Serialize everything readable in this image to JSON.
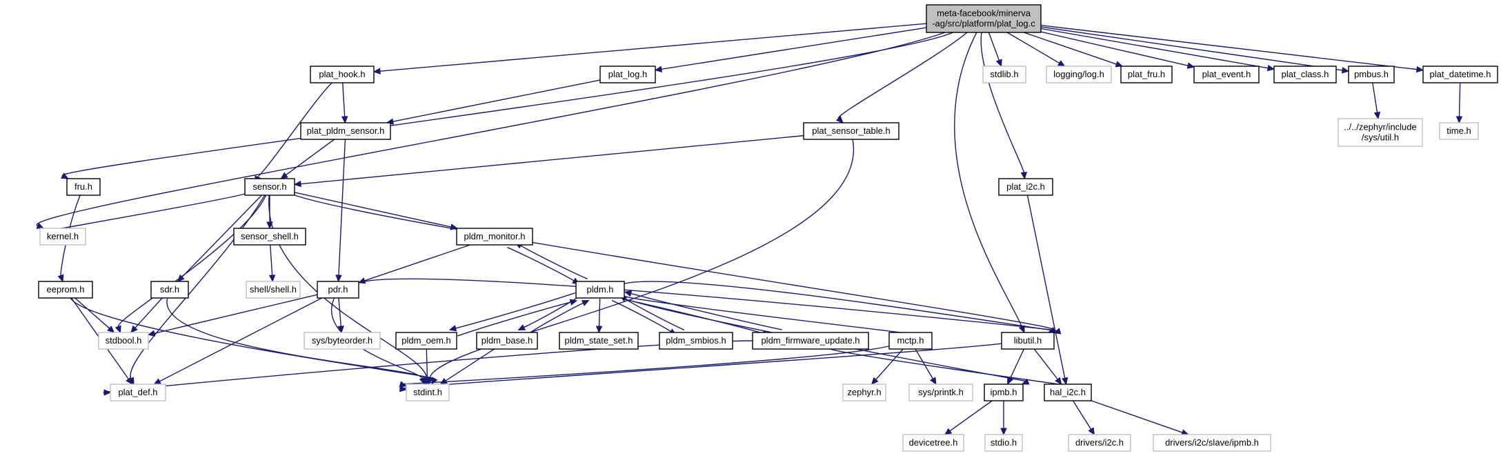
{
  "graph": {
    "edge_color": "#191970",
    "root_fill": "#bfbfbf",
    "external_border": "#bfbfbf",
    "nodes": [
      {
        "id": "root",
        "kind": "root",
        "lines": [
          "meta-facebook/minerva",
          "-ag/src/platform/plat_log.c"
        ]
      },
      {
        "id": "plat_hook",
        "kind": "local",
        "lines": [
          "plat_hook.h"
        ]
      },
      {
        "id": "plat_log_h",
        "kind": "local",
        "lines": [
          "plat_log.h"
        ]
      },
      {
        "id": "stdlib",
        "kind": "ext",
        "lines": [
          "stdlib.h"
        ]
      },
      {
        "id": "logging",
        "kind": "ext",
        "lines": [
          "logging/log.h"
        ]
      },
      {
        "id": "plat_fru",
        "kind": "local",
        "lines": [
          "plat_fru.h"
        ]
      },
      {
        "id": "plat_event",
        "kind": "local",
        "lines": [
          "plat_event.h"
        ]
      },
      {
        "id": "plat_class",
        "kind": "local",
        "lines": [
          "plat_class.h"
        ]
      },
      {
        "id": "pmbus",
        "kind": "local",
        "lines": [
          "pmbus.h"
        ]
      },
      {
        "id": "plat_datetime",
        "kind": "local",
        "lines": [
          "plat_datetime.h"
        ]
      },
      {
        "id": "sysutil",
        "kind": "ext",
        "lines": [
          "../../zephyr/include",
          "/sys/util.h"
        ]
      },
      {
        "id": "time",
        "kind": "ext",
        "lines": [
          "time.h"
        ]
      },
      {
        "id": "plat_pldm_sensor",
        "kind": "local",
        "lines": [
          "plat_pldm_sensor.h"
        ]
      },
      {
        "id": "plat_sensor_table",
        "kind": "local",
        "lines": [
          "plat_sensor_table.h"
        ]
      },
      {
        "id": "fru",
        "kind": "local",
        "lines": [
          "fru.h"
        ]
      },
      {
        "id": "sensor",
        "kind": "local",
        "lines": [
          "sensor.h"
        ]
      },
      {
        "id": "plat_i2c",
        "kind": "local",
        "lines": [
          "plat_i2c.h"
        ]
      },
      {
        "id": "kernel",
        "kind": "ext",
        "lines": [
          "kernel.h"
        ]
      },
      {
        "id": "sensor_shell",
        "kind": "local",
        "lines": [
          "sensor_shell.h"
        ]
      },
      {
        "id": "pldm_monitor",
        "kind": "local",
        "lines": [
          "pldm_monitor.h"
        ]
      },
      {
        "id": "shell",
        "kind": "ext",
        "lines": [
          "shell/shell.h"
        ]
      },
      {
        "id": "eeprom",
        "kind": "local",
        "lines": [
          "eeprom.h"
        ]
      },
      {
        "id": "sdr",
        "kind": "local",
        "lines": [
          "sdr.h"
        ]
      },
      {
        "id": "pdr",
        "kind": "local",
        "lines": [
          "pdr.h"
        ]
      },
      {
        "id": "pldm",
        "kind": "local",
        "lines": [
          "pldm.h"
        ]
      },
      {
        "id": "stdbool",
        "kind": "ext",
        "lines": [
          "stdbool.h"
        ]
      },
      {
        "id": "byteorder",
        "kind": "ext",
        "lines": [
          "sys/byteorder.h"
        ]
      },
      {
        "id": "pldm_oem",
        "kind": "local",
        "lines": [
          "pldm_oem.h"
        ]
      },
      {
        "id": "pldm_base",
        "kind": "local",
        "lines": [
          "pldm_base.h"
        ]
      },
      {
        "id": "pldm_state_set",
        "kind": "local",
        "lines": [
          "pldm_state_set.h"
        ]
      },
      {
        "id": "pldm_smbios",
        "kind": "local",
        "lines": [
          "pldm_smbios.h"
        ]
      },
      {
        "id": "pldm_fw_update",
        "kind": "local",
        "lines": [
          "pldm_firmware_update.h"
        ]
      },
      {
        "id": "mctp",
        "kind": "local",
        "lines": [
          "mctp.h"
        ]
      },
      {
        "id": "libutil",
        "kind": "local",
        "lines": [
          "libutil.h"
        ]
      },
      {
        "id": "plat_def",
        "kind": "ext",
        "lines": [
          "plat_def.h"
        ]
      },
      {
        "id": "stdint",
        "kind": "ext",
        "lines": [
          "stdint.h"
        ]
      },
      {
        "id": "zephyr",
        "kind": "ext",
        "lines": [
          "zephyr.h"
        ]
      },
      {
        "id": "printk",
        "kind": "ext",
        "lines": [
          "sys/printk.h"
        ]
      },
      {
        "id": "ipmb",
        "kind": "local",
        "lines": [
          "ipmb.h"
        ]
      },
      {
        "id": "hal_i2c",
        "kind": "local",
        "lines": [
          "hal_i2c.h"
        ]
      },
      {
        "id": "devicetree",
        "kind": "ext",
        "lines": [
          "devicetree.h"
        ]
      },
      {
        "id": "stdio",
        "kind": "ext",
        "lines": [
          "stdio.h"
        ]
      },
      {
        "id": "drivers_i2c",
        "kind": "ext",
        "lines": [
          "drivers/i2c.h"
        ]
      },
      {
        "id": "drivers_ipmb",
        "kind": "ext",
        "lines": [
          "drivers/i2c/slave/ipmb.h"
        ]
      }
    ],
    "edges": [
      [
        "root",
        "plat_hook"
      ],
      [
        "root",
        "plat_log_h"
      ],
      [
        "root",
        "stdlib"
      ],
      [
        "root",
        "logging"
      ],
      [
        "root",
        "plat_fru"
      ],
      [
        "root",
        "plat_event"
      ],
      [
        "root",
        "plat_class"
      ],
      [
        "root",
        "pmbus"
      ],
      [
        "root",
        "plat_datetime"
      ],
      [
        "root",
        "fru"
      ],
      [
        "root",
        "kernel"
      ],
      [
        "root",
        "plat_sensor_table"
      ],
      [
        "root",
        "plat_i2c"
      ],
      [
        "root",
        "libutil"
      ],
      [
        "plat_hook",
        "plat_pldm_sensor"
      ],
      [
        "plat_hook",
        "sensor"
      ],
      [
        "plat_log_h",
        "plat_pldm_sensor"
      ],
      [
        "pmbus",
        "sysutil"
      ],
      [
        "plat_datetime",
        "time"
      ],
      [
        "plat_pldm_sensor",
        "sensor"
      ],
      [
        "plat_pldm_sensor",
        "pdr"
      ],
      [
        "plat_sensor_table",
        "sensor"
      ],
      [
        "plat_sensor_table",
        "stdint"
      ],
      [
        "fru",
        "eeprom"
      ],
      [
        "sensor",
        "kernel"
      ],
      [
        "sensor",
        "sensor_shell"
      ],
      [
        "sensor",
        "pldm_monitor"
      ],
      [
        "sensor",
        "sdr"
      ],
      [
        "sensor",
        "stdbool"
      ],
      [
        "sensor",
        "plat_def"
      ],
      [
        "sensor",
        "stdint"
      ],
      [
        "sensor",
        "libutil"
      ],
      [
        "sensor_shell",
        "shell"
      ],
      [
        "pldm_monitor",
        "pdr"
      ],
      [
        "pldm_monitor",
        "pldm"
      ],
      [
        "eeprom",
        "stdbool"
      ],
      [
        "eeprom",
        "plat_def"
      ],
      [
        "eeprom",
        "stdint"
      ],
      [
        "sdr",
        "stdbool"
      ],
      [
        "sdr",
        "stdint"
      ],
      [
        "pdr",
        "stdbool"
      ],
      [
        "pdr",
        "byteorder"
      ],
      [
        "pdr",
        "plat_def"
      ],
      [
        "pdr",
        "stdint"
      ],
      [
        "pdr",
        "libutil"
      ],
      [
        "pldm",
        "pldm_monitor"
      ],
      [
        "pldm",
        "pldm_oem"
      ],
      [
        "pldm",
        "pldm_base"
      ],
      [
        "pldm",
        "pldm_state_set"
      ],
      [
        "pldm",
        "pldm_smbios"
      ],
      [
        "pldm",
        "pldm_fw_update"
      ],
      [
        "pldm",
        "mctp"
      ],
      [
        "pldm",
        "ipmb"
      ],
      [
        "pldm",
        "libutil"
      ],
      [
        "pldm_oem",
        "pldm"
      ],
      [
        "pldm_oem",
        "stdint"
      ],
      [
        "pldm_base",
        "pldm"
      ],
      [
        "pldm_base",
        "stdint"
      ],
      [
        "pldm_smbios",
        "pldm"
      ],
      [
        "pldm_fw_update",
        "pldm"
      ],
      [
        "pldm_fw_update",
        "plat_def"
      ],
      [
        "pldm_fw_update",
        "hal_i2c"
      ],
      [
        "mctp",
        "stdint"
      ],
      [
        "mctp",
        "zephyr"
      ],
      [
        "mctp",
        "printk"
      ],
      [
        "libutil",
        "stdint"
      ],
      [
        "libutil",
        "ipmb"
      ],
      [
        "libutil",
        "hal_i2c"
      ],
      [
        "plat_i2c",
        "hal_i2c"
      ],
      [
        "ipmb",
        "devicetree"
      ],
      [
        "ipmb",
        "stdio"
      ],
      [
        "hal_i2c",
        "drivers_i2c"
      ],
      [
        "hal_i2c",
        "drivers_ipmb"
      ]
    ]
  }
}
